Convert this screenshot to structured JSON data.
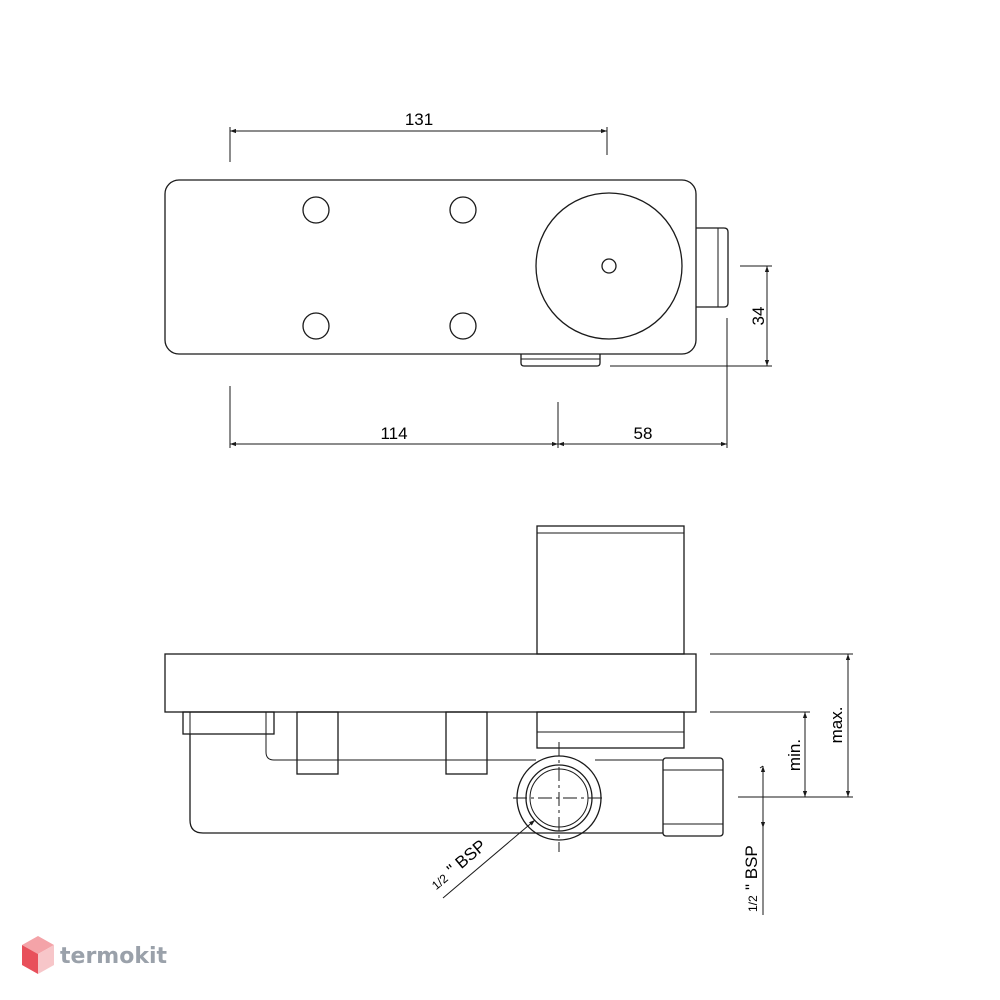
{
  "dimensions": {
    "top_width": "131",
    "left_span": "114",
    "right_span": "58",
    "side_height": "34",
    "min_label": "min.",
    "max_label": "max."
  },
  "connections": {
    "bsp_left_fraction": "1/2",
    "bsp_left_text": "\" BSP",
    "bsp_right_fraction": "1/2",
    "bsp_right_text": "\" BSP"
  },
  "brand": {
    "name": "termokit",
    "logo_icon": "hexagon-logo-icon",
    "colors": {
      "logo_top": "#f4a3a8",
      "logo_left": "#e8505b",
      "logo_right": "#f7c6c9"
    }
  }
}
